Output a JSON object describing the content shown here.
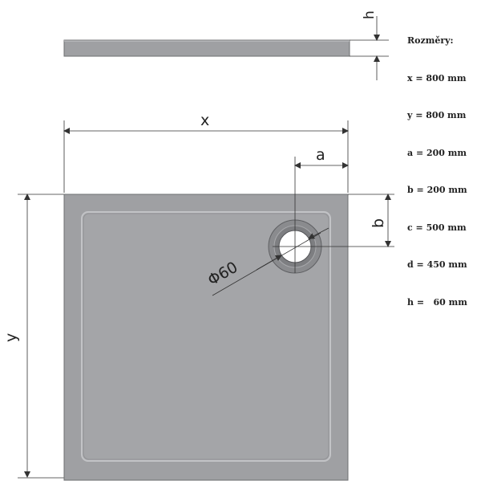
{
  "labels": {
    "x": "x",
    "y": "y",
    "a": "a",
    "b": "b",
    "h": "h",
    "diameter": "Φ60"
  },
  "legend": {
    "title": "Rozměry:",
    "items": [
      "x = 800 mm",
      "y = 800 mm",
      "a = 200 mm",
      "b = 200 mm",
      "c = 500 mm",
      "d = 450 mm",
      "h =   60 mm"
    ]
  },
  "colors": {
    "tray": "#9fa0a3",
    "tray_edge": "#6e6f72",
    "basin": "#a4a5a8",
    "basin_highlight": "#c2c3c6",
    "drain_ring": "#8a8b8e",
    "drain_hole": "#ffffff",
    "dimension_line": "#333333"
  }
}
